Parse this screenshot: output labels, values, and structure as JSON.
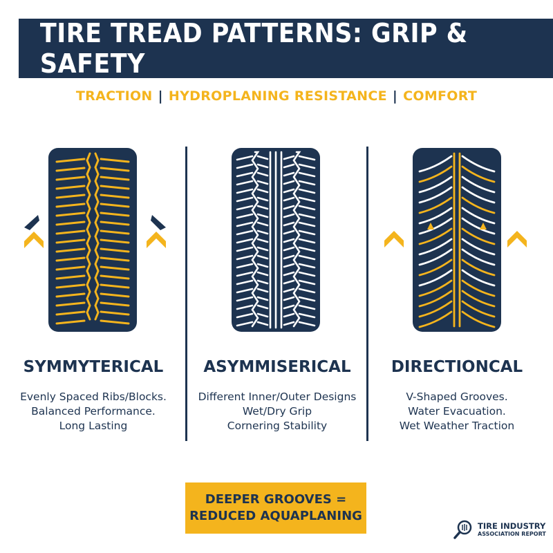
{
  "header": {
    "title": "TIRE TREAD PATTERNS: GRIP & SAFETY"
  },
  "subtitle": {
    "items": [
      "TRACTION",
      "HYDROPLANING RESISTANCE",
      "COMFORT"
    ],
    "separator": "|"
  },
  "columns": [
    {
      "title": "SYMMYTERICAL",
      "lines": [
        "Evenly Spaced Ribs/Blocks.",
        "Balanced Performance.",
        "Long Lasting"
      ]
    },
    {
      "title": "ASYMMISERICAL",
      "lines": [
        "Different Inner/Outer Designs",
        "Wet/Dry Grip",
        "Cornering Stability"
      ]
    },
    {
      "title": "DIRECTIONCAL",
      "lines": [
        "V-Shaped Grooves.",
        "Water Evacuation.",
        "Wet Weather Traction"
      ]
    }
  ],
  "callout": {
    "line1": "DEEPER GROOVES =",
    "line2": "REDUCED AQUAPLANING"
  },
  "brand": {
    "line1": "TIRE INDUSTRY",
    "line2": "ASSOCIATION REPORT",
    "icon": "magnifier-tire-icon"
  },
  "colors": {
    "navy": "#1d3350",
    "yellow": "#f4b41d",
    "white": "#ffffff"
  },
  "icons": [
    "chevron-up-icon",
    "warning-triangle-icon",
    "magnifier-tire-icon"
  ]
}
